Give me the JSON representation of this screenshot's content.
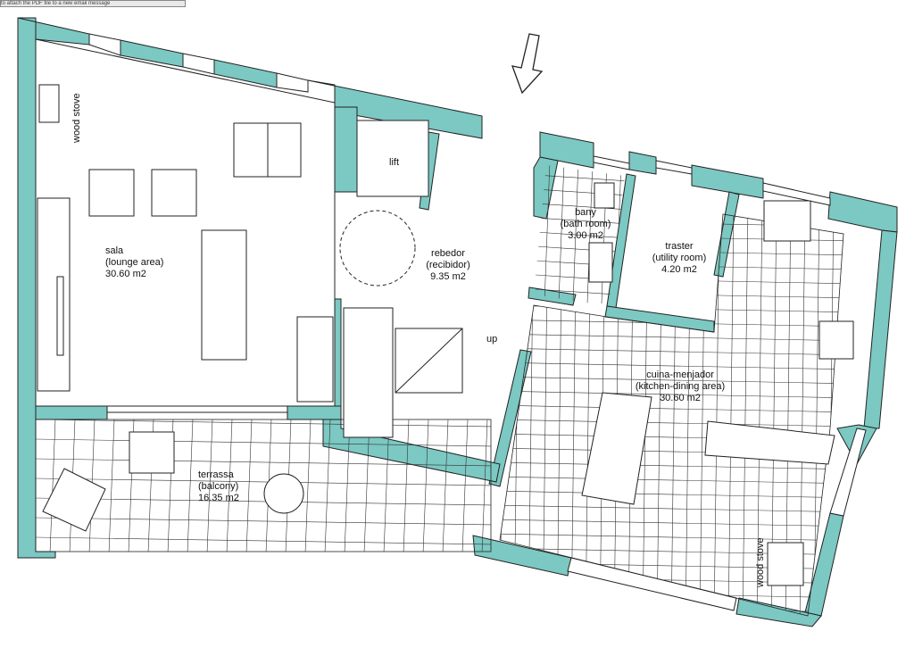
{
  "tooltip": "to attach the PDF file to a new email message",
  "colors": {
    "wall": "#7cc8c2",
    "line": "#222222",
    "background": "#ffffff"
  },
  "rooms": {
    "sala": {
      "name": "sala",
      "sub": "(lounge area)",
      "area": "30.60 m2"
    },
    "rebedor": {
      "name": "rebedor",
      "sub": "(recibidor)",
      "area": "9.35 m2"
    },
    "bany": {
      "name": "bany",
      "sub": "(bath room)",
      "area": "3.00 m2"
    },
    "traster": {
      "name": "traster",
      "sub": "(utility room)",
      "area": "4.20 m2"
    },
    "cuina": {
      "name": "cuina-menjador",
      "sub": "(kitchen-dining area)",
      "area": "30.60 m2"
    },
    "terrassa": {
      "name": "terrassa",
      "sub": "(balcony)",
      "area": "16.35 m2"
    }
  },
  "labels": {
    "lift": "lift",
    "up": "up",
    "wood_stove": "wood stove"
  }
}
